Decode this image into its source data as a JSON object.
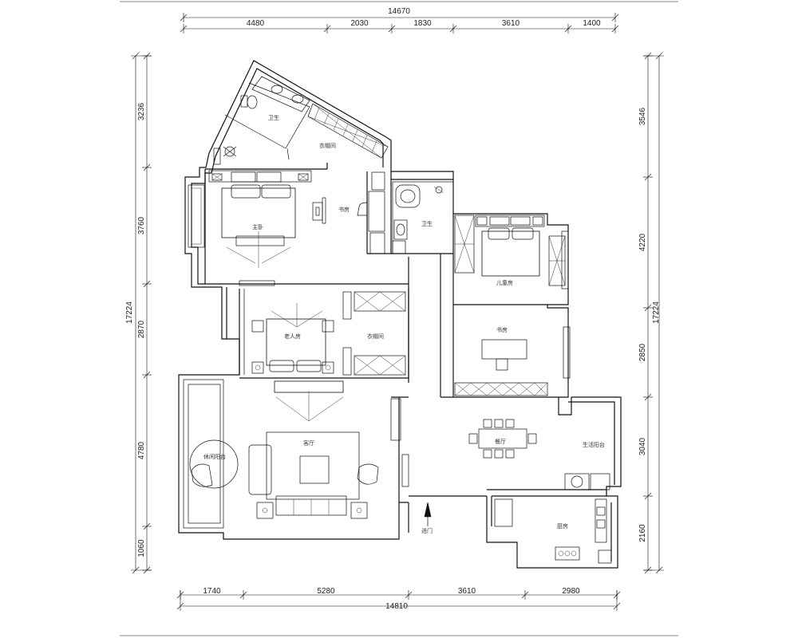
{
  "dimensions": {
    "top_total": "14670",
    "top_segments": [
      "4480",
      "2030",
      "1830",
      "3610",
      "1400"
    ],
    "bottom_total": "14810",
    "bottom_segments": [
      "1740",
      "5280",
      "3610",
      "2980"
    ],
    "left_total": "17224",
    "left_segments": [
      "3236",
      "3760",
      "2870",
      "4780",
      "1060"
    ],
    "right_total": "17224",
    "right_segments": [
      "3546",
      "4220",
      "2850",
      "3040",
      "2160"
    ]
  },
  "rooms": {
    "bath_top": "卫生",
    "walkin_closet_top": "衣帽间",
    "master_bedroom": "主卧",
    "study_top": "书房",
    "bath_mid": "卫生",
    "bedroom_right": "儿童房",
    "guest_bedroom": "老人房",
    "walkin_closet_mid": "衣帽间",
    "study_right": "书房",
    "living_room": "客厅",
    "leisure_balcony": "休闲阳台",
    "dining_room": "餐厅",
    "living_balcony": "生活阳台",
    "kitchen": "厨房",
    "entrance": "进门"
  }
}
